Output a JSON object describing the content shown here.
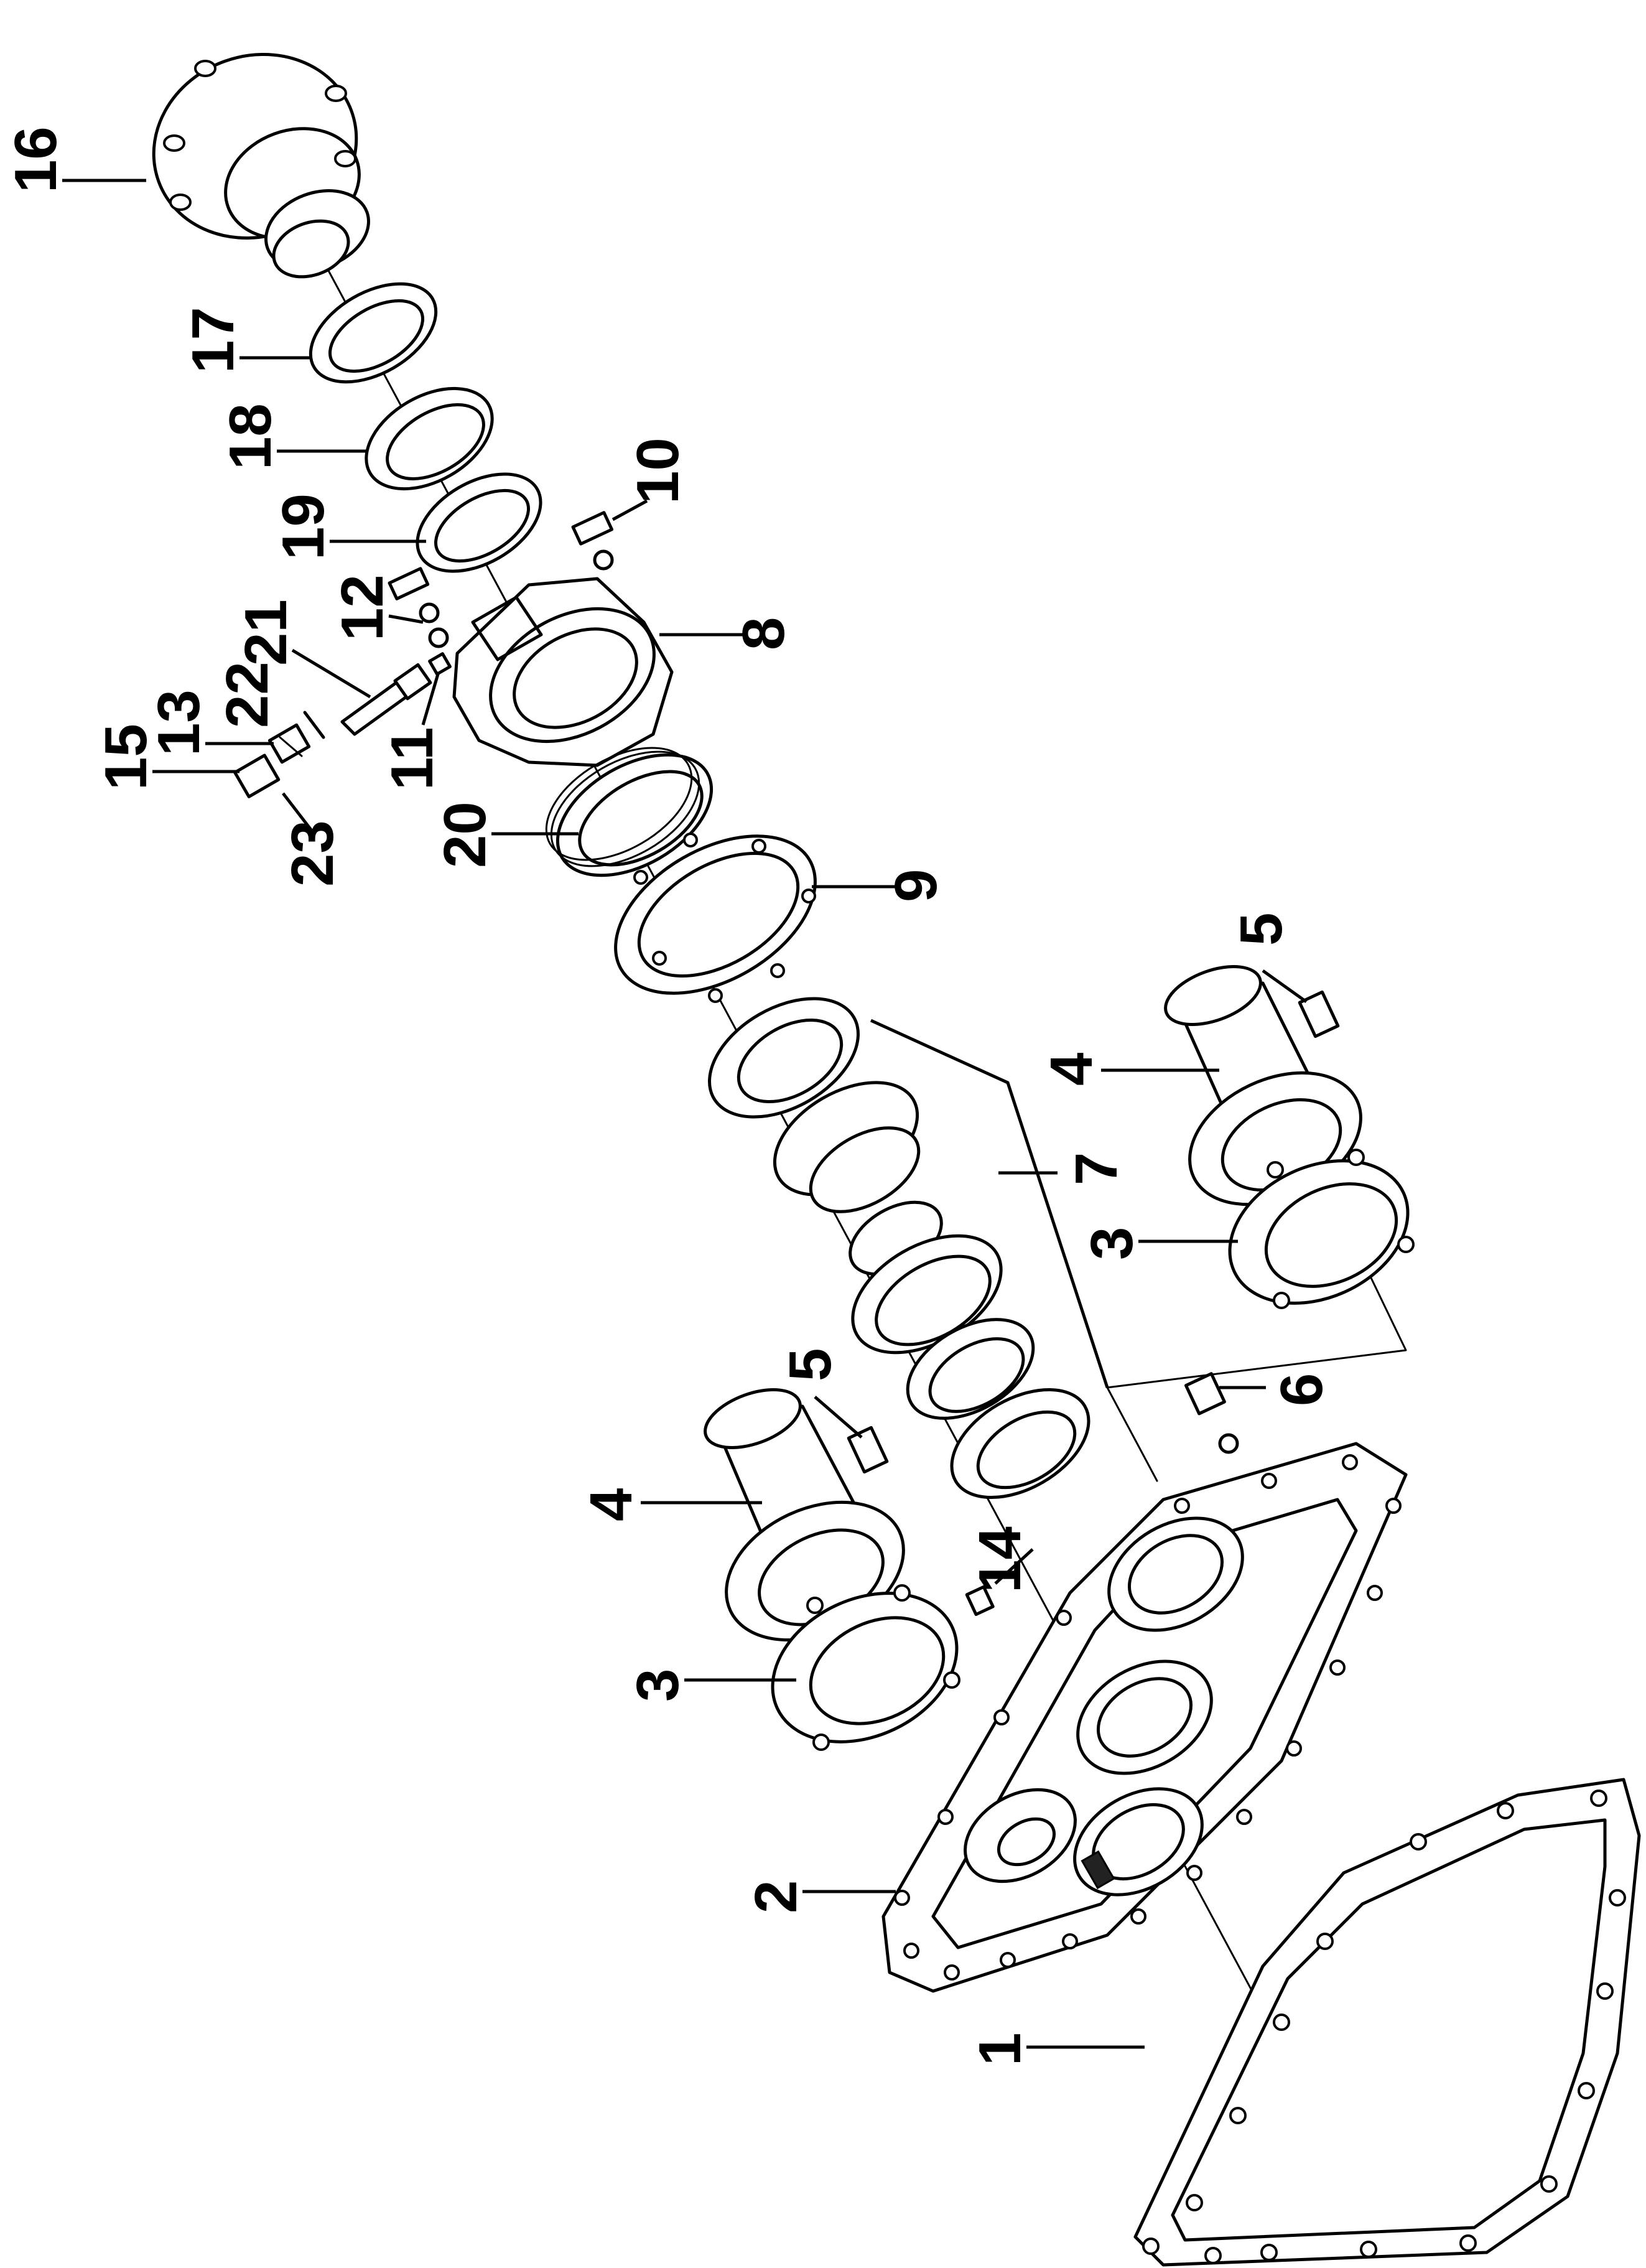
{
  "callouts": [
    {
      "id": "c1",
      "text": "1"
    },
    {
      "id": "c2",
      "text": "2"
    },
    {
      "id": "c3a",
      "text": "3"
    },
    {
      "id": "c3b",
      "text": "3"
    },
    {
      "id": "c4a",
      "text": "4"
    },
    {
      "id": "c4b",
      "text": "4"
    },
    {
      "id": "c5a",
      "text": "5"
    },
    {
      "id": "c5b",
      "text": "5"
    },
    {
      "id": "c6",
      "text": "6"
    },
    {
      "id": "c7",
      "text": "7"
    },
    {
      "id": "c8",
      "text": "8"
    },
    {
      "id": "c9",
      "text": "9"
    },
    {
      "id": "c10",
      "text": "10"
    },
    {
      "id": "c11",
      "text": "11"
    },
    {
      "id": "c12",
      "text": "12"
    },
    {
      "id": "c13",
      "text": "13"
    },
    {
      "id": "c14",
      "text": "14"
    },
    {
      "id": "c15",
      "text": "15"
    },
    {
      "id": "c16",
      "text": "16"
    },
    {
      "id": "c17",
      "text": "17"
    },
    {
      "id": "c18",
      "text": "18"
    },
    {
      "id": "c19",
      "text": "19"
    },
    {
      "id": "c20",
      "text": "20"
    },
    {
      "id": "c21",
      "text": "21"
    },
    {
      "id": "c22",
      "text": "22"
    },
    {
      "id": "c23",
      "text": "23"
    }
  ]
}
